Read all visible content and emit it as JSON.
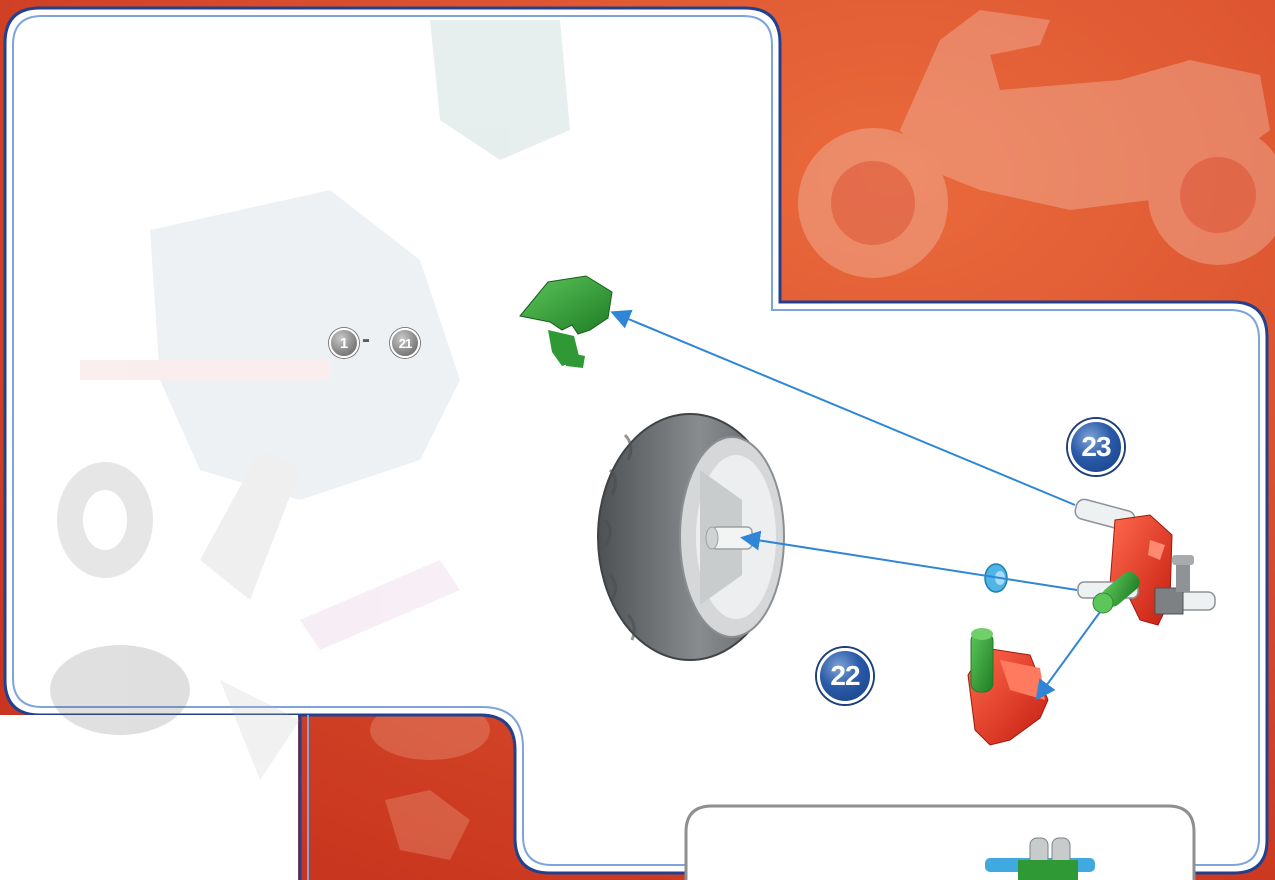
{
  "steps": {
    "range_start": "1",
    "range_separator": "-",
    "range_end": "21",
    "step_a": "23",
    "step_b": "22"
  },
  "colors": {
    "background": "#d9482a",
    "panel": "#ffffff",
    "panel_border": "#23408f",
    "arrow": "#2f86d6",
    "badge": "#2a5aa8",
    "part_green": "#2f9a35",
    "part_red": "#e0321f",
    "tire": "#6b6f72"
  },
  "icons": [
    "motorcycle-silhouette",
    "wheel",
    "tire",
    "green-connector",
    "red-connector",
    "blue-spacer",
    "gray-connector"
  ]
}
